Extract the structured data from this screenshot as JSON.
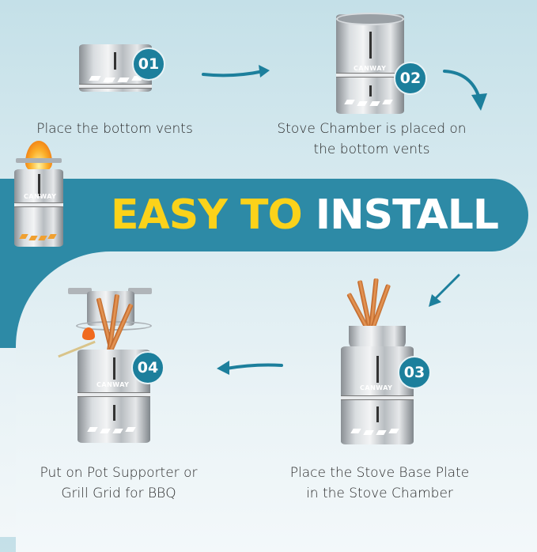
{
  "banner": {
    "title_part1": "EASY TO",
    "title_part2": "INSTALL"
  },
  "brand": "CANWAY",
  "steps": [
    {
      "number": "01",
      "caption_line1": "Place the bottom vents",
      "caption_line2": ""
    },
    {
      "number": "02",
      "caption_line1": "Stove Chamber is placed on",
      "caption_line2": "the bottom vents"
    },
    {
      "number": "03",
      "caption_line1": "Place the Stove Base Plate",
      "caption_line2": "in the Stove Chamber"
    },
    {
      "number": "04",
      "caption_line1": "Put on Pot Supporter or",
      "caption_line2": "Grill Grid for BBQ"
    }
  ],
  "colors": {
    "banner": "#2d8aa6",
    "badge": "#1c7f9c",
    "title_yellow": "#fbd21a",
    "title_white": "#ffffff",
    "arrow": "#1c7f9c"
  }
}
